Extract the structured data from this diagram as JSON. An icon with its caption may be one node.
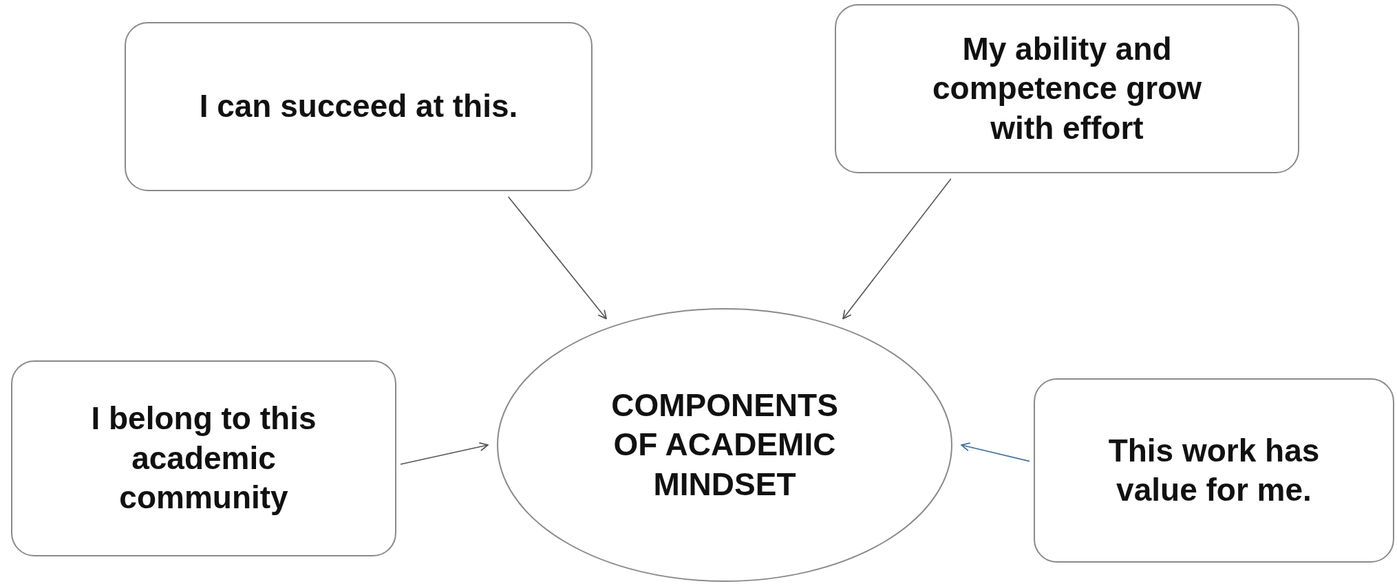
{
  "diagram": {
    "nodes": [
      {
        "text": [
          "I can succeed at this."
        ]
      },
      {
        "text": [
          "My ability and competence grow with effort"
        ]
      },
      {
        "text": [
          "I belong to this academic community"
        ]
      },
      {
        "text": [
          "COMPONENTS OF ACADEMIC MINDSET"
        ]
      },
      {
        "text": [
          "This work has value for me."
        ]
      }
    ],
    "edges": [
      {
        "from": 0,
        "to": 3,
        "arrow": "to"
      },
      {
        "from": 1,
        "to": 3,
        "arrow": "to"
      },
      {
        "from": 2,
        "to": 3,
        "arrow": "to"
      },
      {
        "from": 4,
        "to": 3,
        "arrow": "to",
        "color": "#41719c"
      }
    ]
  }
}
